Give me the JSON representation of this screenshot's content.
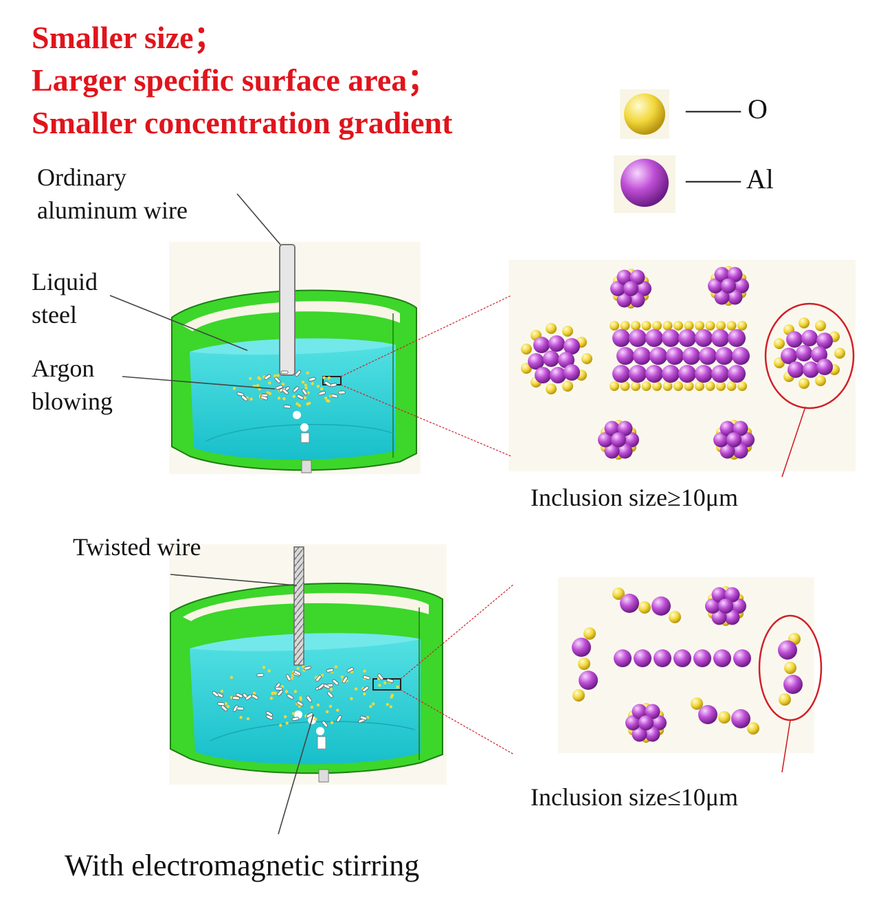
{
  "headline": {
    "line1": "Smaller size；",
    "line2": "Larger specific surface area；",
    "line3": "Smaller concentration gradient"
  },
  "legend": {
    "o_label": "—— O",
    "al_label": "—— Al"
  },
  "labels": {
    "ordinary_wire_1": "Ordinary",
    "ordinary_wire_2": "aluminum  wire",
    "liquid_steel_1": "Liquid",
    "liquid_steel_2": "steel",
    "argon_1": "Argon",
    "argon_2": "blowing",
    "inclusion_top": "Inclusion size≥10μm",
    "twisted_wire": "Twisted  wire",
    "inclusion_bottom": "Inclusion size≤10μm",
    "em_stirring": "With electromagnetic stirring"
  },
  "colors": {
    "headline": "#e0141c",
    "vessel_wall": "#3dd62a",
    "vessel_wall_dark": "#1e9c14",
    "liquid": "#2ccfd4",
    "liquid_top": "#5fe4e6",
    "o_atom": "#f2d83c",
    "al_atom": "#b640cf",
    "zoom_bg": "#f8f5e6",
    "panel_bg": "#faf8ee",
    "highlight_ring": "#d0202a"
  },
  "icons": {
    "o_atom": "yellow-sphere-icon",
    "al_atom": "purple-sphere-icon"
  }
}
